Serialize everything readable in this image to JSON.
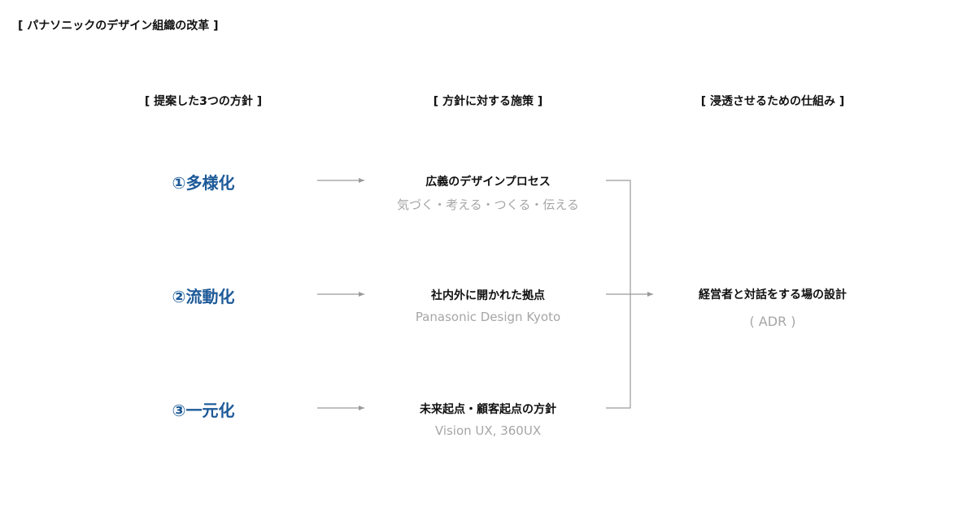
{
  "title": "[ パナソニックのデザイン組織の改革 ]",
  "columns": {
    "principles_header": "[ 提案した3つの方針 ]",
    "measures_header": "[ 方針に対する施策 ]",
    "mechanism_header": "[ 浸透させるための仕組み ]"
  },
  "rows": [
    {
      "principle": "①多様化",
      "measure_title": "広義のデザインプロセス",
      "measure_sub": "気づく・考える・つくる・伝える"
    },
    {
      "principle": "②流動化",
      "measure_title": "社内外に開かれた拠点",
      "measure_sub": "Panasonic Design Kyoto"
    },
    {
      "principle": "③一元化",
      "measure_title": "未来起点・顧客起点の方針",
      "measure_sub": "Vision UX, 360UX"
    }
  ],
  "mechanism": {
    "title": "経営者と対話をする場の設計",
    "sub": "( ADR )"
  },
  "colors": {
    "accent": "#1d5a98",
    "text": "#111111",
    "muted": "#a6a6a6",
    "connector": "#9a9a9a"
  }
}
